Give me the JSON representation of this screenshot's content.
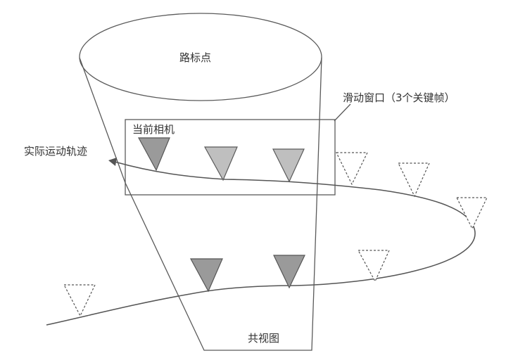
{
  "labels": {
    "landmarks": "路标点",
    "sliding_window": "滑动窗口（3个关键帧）",
    "current_camera": "当前相机",
    "actual_trajectory": "实际运动轨迹",
    "covisibility": "共视图"
  },
  "colors": {
    "line": "#5a5a5a",
    "keyframe_fill": "#bfbfbf",
    "current_keyframe_fill": "#9a9a9a",
    "background": "#ffffff"
  }
}
